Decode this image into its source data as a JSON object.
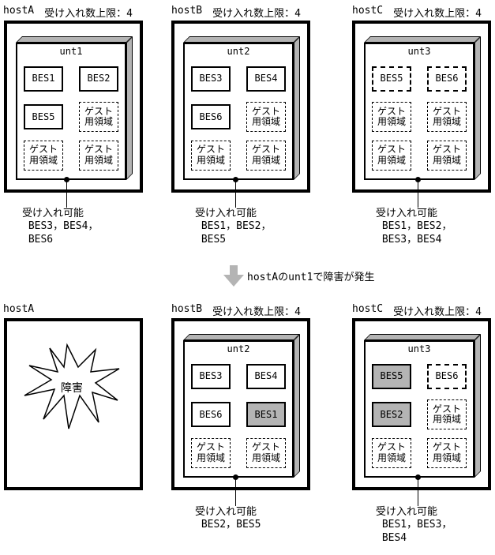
{
  "colors": {
    "gray_fill": "#b4b4b4",
    "line": "#000000"
  },
  "before": {
    "hosts": [
      {
        "name": "hostA",
        "limit": "受け入れ数上限：4",
        "unit": "unt1",
        "cells": [
          {
            "label": "BES1",
            "style": ""
          },
          {
            "label": "BES2",
            "style": ""
          },
          {
            "label": "BES5",
            "style": ""
          },
          {
            "label": "ゲスト\n用領域",
            "style": "guest"
          },
          {
            "label": "ゲスト\n用領域",
            "style": "guest"
          },
          {
            "label": "ゲスト\n用領域",
            "style": "guest"
          }
        ],
        "caption": "受け入れ可能\n BES3，BES4，\n BES6"
      },
      {
        "name": "hostB",
        "limit": "受け入れ数上限：4",
        "unit": "unt2",
        "cells": [
          {
            "label": "BES3",
            "style": ""
          },
          {
            "label": "BES4",
            "style": ""
          },
          {
            "label": "BES6",
            "style": ""
          },
          {
            "label": "ゲスト\n用領域",
            "style": "guest"
          },
          {
            "label": "ゲスト\n用領域",
            "style": "guest"
          },
          {
            "label": "ゲスト\n用領域",
            "style": "guest"
          }
        ],
        "caption": "受け入れ可能\n BES1，BES2，\n BES5"
      },
      {
        "name": "hostC",
        "limit": "受け入れ数上限：4",
        "unit": "unt3",
        "cells": [
          {
            "label": "BES5",
            "style": "dashed"
          },
          {
            "label": "BES6",
            "style": "dashed"
          },
          {
            "label": "ゲスト\n用領域",
            "style": "guest"
          },
          {
            "label": "ゲスト\n用領域",
            "style": "guest"
          },
          {
            "label": "ゲスト\n用領域",
            "style": "guest"
          },
          {
            "label": "ゲスト\n用領域",
            "style": "guest"
          }
        ],
        "caption": "受け入れ可能\n BES1，BES2，\n BES3，BES4"
      }
    ]
  },
  "transition": {
    "label": "hostAのunt1で障害が発生"
  },
  "after": {
    "hosts": [
      {
        "name": "hostA",
        "failure": "障害"
      },
      {
        "name": "hostB",
        "limit": "受け入れ数上限：4",
        "unit": "unt2",
        "cells": [
          {
            "label": "BES3",
            "style": ""
          },
          {
            "label": "BES4",
            "style": ""
          },
          {
            "label": "BES6",
            "style": ""
          },
          {
            "label": "BES1",
            "style": "gray"
          },
          {
            "label": "ゲスト\n用領域",
            "style": "guest"
          },
          {
            "label": "ゲスト\n用領域",
            "style": "guest"
          }
        ],
        "caption": "受け入れ可能\n BES2，BES5"
      },
      {
        "name": "hostC",
        "limit": "受け入れ数上限：4",
        "unit": "unt3",
        "cells": [
          {
            "label": "BES5",
            "style": "gray"
          },
          {
            "label": "BES6",
            "style": "dashed"
          },
          {
            "label": "BES2",
            "style": "gray"
          },
          {
            "label": "ゲスト\n用領域",
            "style": "guest"
          },
          {
            "label": "ゲスト\n用領域",
            "style": "guest"
          },
          {
            "label": "ゲスト\n用領域",
            "style": "guest"
          }
        ],
        "caption": "受け入れ可能\n BES1，BES3，\n BES4"
      }
    ]
  }
}
